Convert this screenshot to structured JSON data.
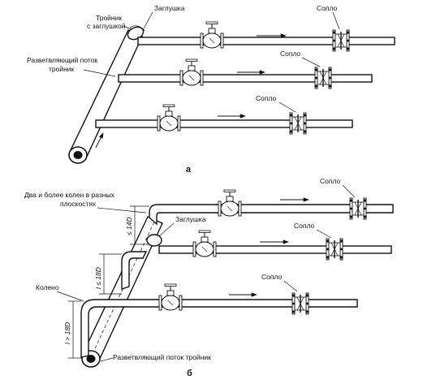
{
  "figure_a": {
    "caption": "а",
    "labels": {
      "tee_with_plug": [
        "Тройник",
        "с заглушкой"
      ],
      "plug": "Заглушка",
      "branching_tee": [
        "Разветвляющий поток",
        "тройник"
      ],
      "nozzle": "Сопло"
    }
  },
  "figure_b": {
    "caption": "б",
    "labels": {
      "two_elbows": [
        "Два и более колен в разных",
        "плоскостях"
      ],
      "plug": "Заглушка",
      "nozzle": "Сопло",
      "elbow": "Колено",
      "branching_tee": "Разветвляющий поток тройник"
    },
    "dimensions": [
      "≤ 14D",
      "l ≤ 18D",
      "l > 18D"
    ]
  }
}
